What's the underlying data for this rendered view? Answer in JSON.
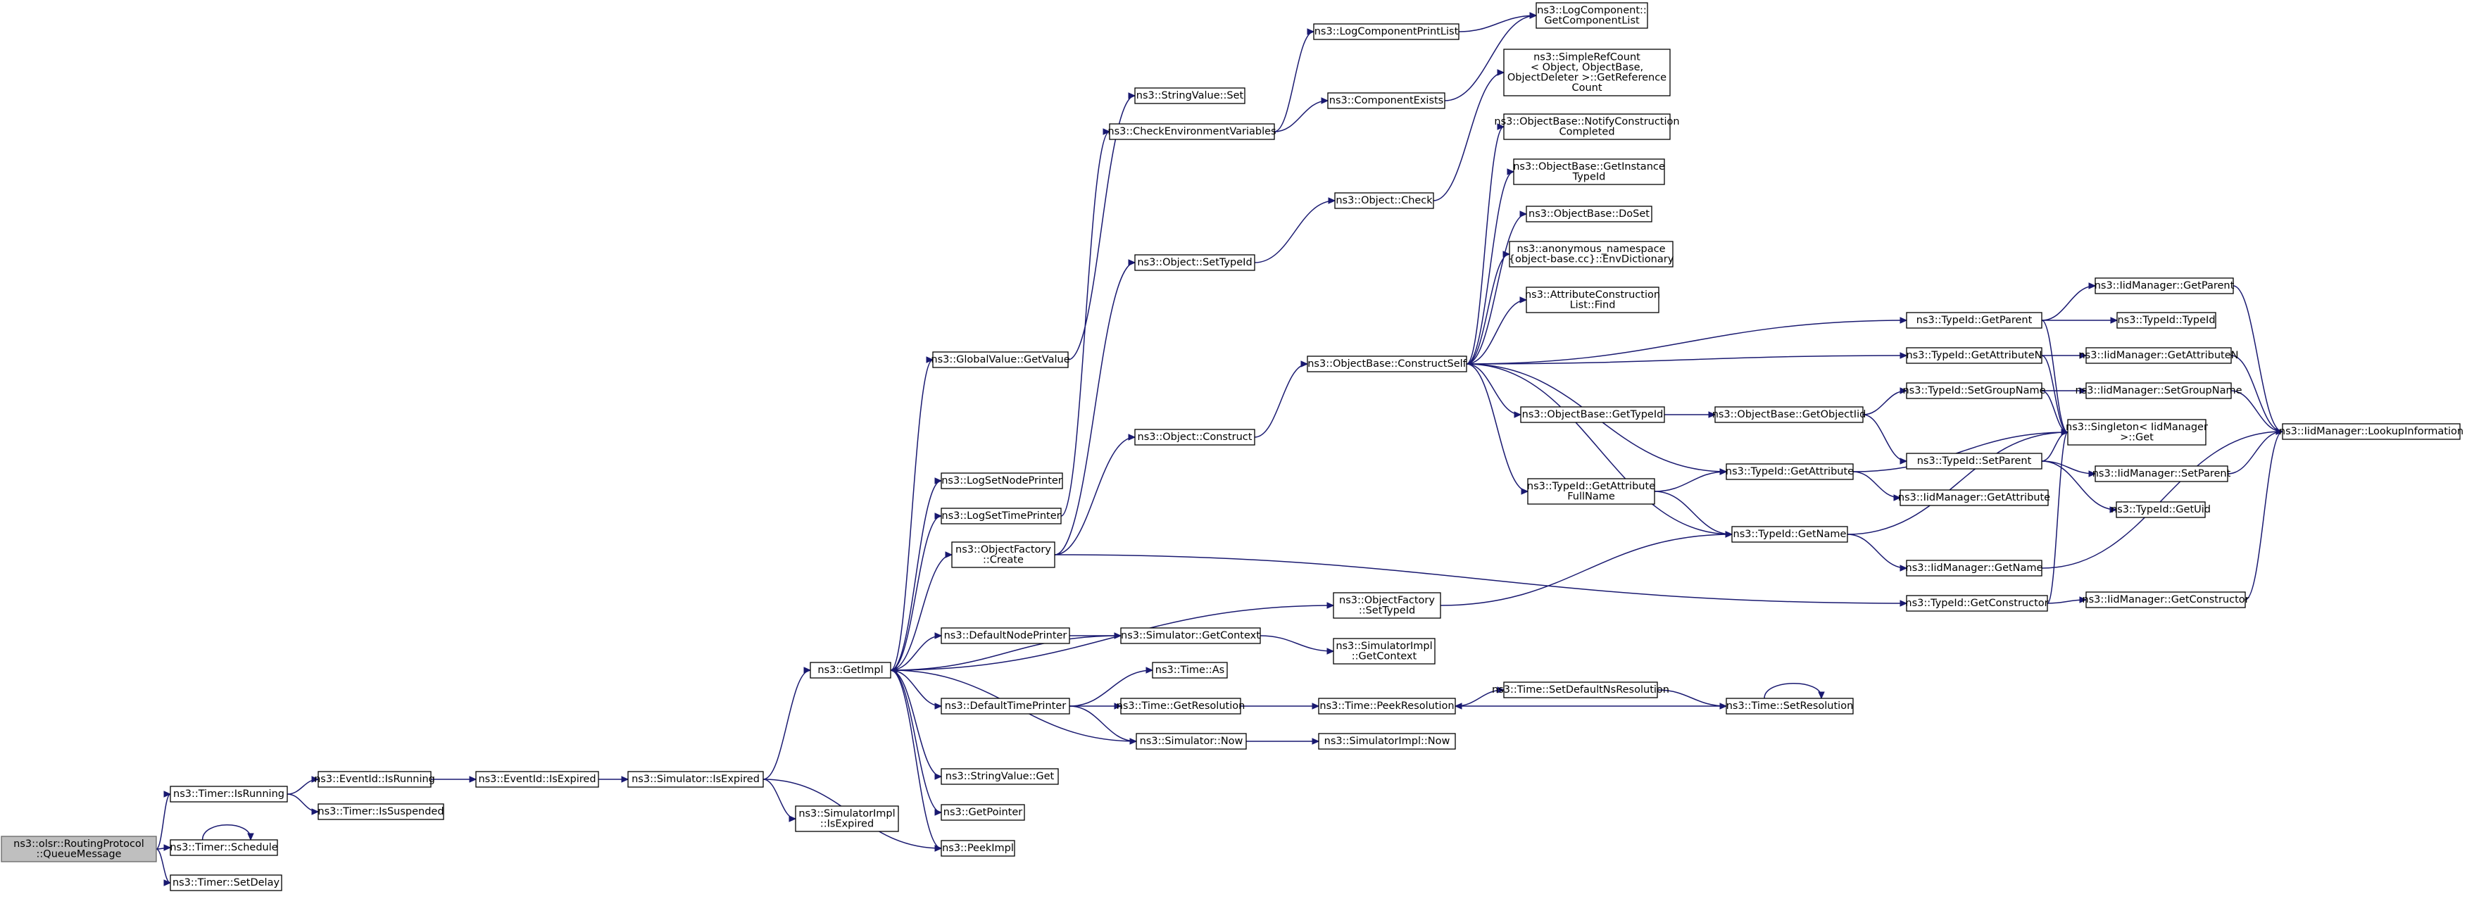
{
  "graph": {
    "colors": {
      "edge": "#191970",
      "root_fill": "#bfbfbf",
      "node_fill": "#ffffff",
      "node_border": "#000000"
    },
    "root_node": "n0",
    "nodes": [
      {
        "id": "n0",
        "lines": [
          "ns3::olsr::RoutingProtocol",
          "::QueueMessage"
        ]
      },
      {
        "id": "n1",
        "lines": [
          "ns3::Timer::IsRunning"
        ]
      },
      {
        "id": "n2",
        "lines": [
          "ns3::Timer::Schedule"
        ]
      },
      {
        "id": "n3",
        "lines": [
          "ns3::Timer::SetDelay"
        ]
      },
      {
        "id": "n4",
        "lines": [
          "ns3::EventId::IsRunning"
        ]
      },
      {
        "id": "n5",
        "lines": [
          "ns3::Timer::IsSuspended"
        ]
      },
      {
        "id": "n6",
        "lines": [
          "ns3::EventId::IsExpired"
        ]
      },
      {
        "id": "n7",
        "lines": [
          "ns3::Simulator::IsExpired"
        ]
      },
      {
        "id": "n8",
        "lines": [
          "ns3::GetImpl"
        ]
      },
      {
        "id": "n9",
        "lines": [
          "ns3::SimulatorImpl",
          "::IsExpired"
        ]
      },
      {
        "id": "n10",
        "lines": [
          "ns3::PeekImpl"
        ]
      },
      {
        "id": "n11",
        "lines": [
          "ns3::GlobalValue::GetValue"
        ]
      },
      {
        "id": "n12",
        "lines": [
          "ns3::LogSetNodePrinter"
        ]
      },
      {
        "id": "n13",
        "lines": [
          "ns3::LogSetTimePrinter"
        ]
      },
      {
        "id": "n14",
        "lines": [
          "ns3::ObjectFactory",
          "::Create"
        ]
      },
      {
        "id": "n15",
        "lines": [
          "ns3::DefaultNodePrinter"
        ]
      },
      {
        "id": "n16",
        "lines": [
          "ns3::DefaultTimePrinter"
        ]
      },
      {
        "id": "n17",
        "lines": [
          "ns3::StringValue::Get"
        ]
      },
      {
        "id": "n18",
        "lines": [
          "ns3::GetPointer"
        ]
      },
      {
        "id": "n19",
        "lines": [
          "ns3::StringValue::Set"
        ]
      },
      {
        "id": "n20",
        "lines": [
          "ns3::CheckEnvironmentVariables"
        ]
      },
      {
        "id": "n21",
        "lines": [
          "ns3::Object::SetTypeId"
        ]
      },
      {
        "id": "n22",
        "lines": [
          "ns3::Object::Construct"
        ]
      },
      {
        "id": "n23",
        "lines": [
          "ns3::Simulator::GetContext"
        ]
      },
      {
        "id": "n24",
        "lines": [
          "ns3::Time::As"
        ]
      },
      {
        "id": "n25",
        "lines": [
          "ns3::Time::GetResolution"
        ]
      },
      {
        "id": "n26",
        "lines": [
          "ns3::Simulator::Now"
        ]
      },
      {
        "id": "n27",
        "lines": [
          "ns3::LogComponentPrintList"
        ]
      },
      {
        "id": "n28",
        "lines": [
          "ns3::ComponentExists"
        ]
      },
      {
        "id": "n29",
        "lines": [
          "ns3::Object::Check"
        ]
      },
      {
        "id": "n30",
        "lines": [
          "ns3::ObjectBase::ConstructSelf"
        ]
      },
      {
        "id": "n31",
        "lines": [
          "ns3::ObjectFactory",
          "::SetTypeId"
        ]
      },
      {
        "id": "n32",
        "lines": [
          "ns3::SimulatorImpl",
          "::GetContext"
        ]
      },
      {
        "id": "n33",
        "lines": [
          "ns3::Time::PeekResolution"
        ]
      },
      {
        "id": "n34",
        "lines": [
          "ns3::SimulatorImpl::Now"
        ]
      },
      {
        "id": "n35",
        "lines": [
          "ns3::LogComponent::",
          "GetComponentList"
        ]
      },
      {
        "id": "n36",
        "lines": [
          "ns3::SimpleRefCount",
          "< Object, ObjectBase,",
          "ObjectDeleter >::GetReference",
          "Count"
        ]
      },
      {
        "id": "n37",
        "lines": [
          "ns3::ObjectBase::NotifyConstruction",
          "Completed"
        ]
      },
      {
        "id": "n38",
        "lines": [
          "ns3::ObjectBase::GetInstance",
          "TypeId"
        ]
      },
      {
        "id": "n39",
        "lines": [
          "ns3::ObjectBase::DoSet"
        ]
      },
      {
        "id": "n40",
        "lines": [
          "ns3::anonymous_namespace",
          "{object-base.cc}::EnvDictionary"
        ]
      },
      {
        "id": "n41",
        "lines": [
          "ns3::AttributeConstruction",
          "List::Find"
        ]
      },
      {
        "id": "n42",
        "lines": [
          "ns3::ObjectBase::GetTypeId"
        ]
      },
      {
        "id": "n43",
        "lines": [
          "ns3::TypeId::GetAttribute",
          "FullName"
        ]
      },
      {
        "id": "n44",
        "lines": [
          "ns3::Time::SetDefaultNsResolution"
        ]
      },
      {
        "id": "n45",
        "lines": [
          "ns3::ObjectBase::GetObjectIid"
        ]
      },
      {
        "id": "n46",
        "lines": [
          "ns3::TypeId::GetAttribute"
        ]
      },
      {
        "id": "n47",
        "lines": [
          "ns3::TypeId::GetName"
        ]
      },
      {
        "id": "n48",
        "lines": [
          "ns3::Time::SetResolution"
        ]
      },
      {
        "id": "n49",
        "lines": [
          "ns3::TypeId::GetParent"
        ]
      },
      {
        "id": "n50",
        "lines": [
          "ns3::TypeId::GetAttributeN"
        ]
      },
      {
        "id": "n51",
        "lines": [
          "ns3::TypeId::SetGroupName"
        ]
      },
      {
        "id": "n52",
        "lines": [
          "ns3::TypeId::SetParent"
        ]
      },
      {
        "id": "n53",
        "lines": [
          "ns3::IidManager::GetAttribute"
        ]
      },
      {
        "id": "n54",
        "lines": [
          "ns3::IidManager::GetName"
        ]
      },
      {
        "id": "n55",
        "lines": [
          "ns3::TypeId::GetConstructor"
        ]
      },
      {
        "id": "n56",
        "lines": [
          "ns3::Singleton< IidManager",
          ">::Get"
        ]
      },
      {
        "id": "n57",
        "lines": [
          "ns3::IidManager::GetParent"
        ]
      },
      {
        "id": "n58",
        "lines": [
          "ns3::TypeId::TypeId"
        ]
      },
      {
        "id": "n59",
        "lines": [
          "ns3::IidManager::GetAttributeN"
        ]
      },
      {
        "id": "n60",
        "lines": [
          "ns3::IidManager::SetGroupName"
        ]
      },
      {
        "id": "n61",
        "lines": [
          "ns3::IidManager::SetParent"
        ]
      },
      {
        "id": "n62",
        "lines": [
          "ns3::TypeId::GetUid"
        ]
      },
      {
        "id": "n63",
        "lines": [
          "ns3::IidManager::GetConstructor"
        ]
      },
      {
        "id": "n64",
        "lines": [
          "ns3::IidManager::LookupInformation"
        ]
      }
    ],
    "edges": [
      [
        "n0",
        "n1"
      ],
      [
        "n0",
        "n2"
      ],
      [
        "n0",
        "n3"
      ],
      [
        "n1",
        "n4"
      ],
      [
        "n1",
        "n5"
      ],
      [
        "n2",
        "n2"
      ],
      [
        "n4",
        "n6"
      ],
      [
        "n6",
        "n7"
      ],
      [
        "n7",
        "n8"
      ],
      [
        "n7",
        "n9"
      ],
      [
        "n7",
        "n10"
      ],
      [
        "n8",
        "n11"
      ],
      [
        "n8",
        "n12"
      ],
      [
        "n8",
        "n13"
      ],
      [
        "n8",
        "n14"
      ],
      [
        "n8",
        "n15"
      ],
      [
        "n8",
        "n16"
      ],
      [
        "n8",
        "n17"
      ],
      [
        "n8",
        "n18"
      ],
      [
        "n8",
        "n10"
      ],
      [
        "n8",
        "n31"
      ],
      [
        "n11",
        "n19"
      ],
      [
        "n13",
        "n20"
      ],
      [
        "n14",
        "n21"
      ],
      [
        "n14",
        "n22"
      ],
      [
        "n14",
        "n55"
      ],
      [
        "n15",
        "n23"
      ],
      [
        "n16",
        "n24"
      ],
      [
        "n16",
        "n25"
      ],
      [
        "n16",
        "n26"
      ],
      [
        "n20",
        "n27"
      ],
      [
        "n20",
        "n28"
      ],
      [
        "n21",
        "n29"
      ],
      [
        "n22",
        "n30"
      ],
      [
        "n23",
        "n8"
      ],
      [
        "n23",
        "n32"
      ],
      [
        "n25",
        "n33"
      ],
      [
        "n26",
        "n34"
      ],
      [
        "n26",
        "n8"
      ],
      [
        "n27",
        "n35"
      ],
      [
        "n28",
        "n35"
      ],
      [
        "n29",
        "n36"
      ],
      [
        "n30",
        "n37"
      ],
      [
        "n30",
        "n38"
      ],
      [
        "n30",
        "n39"
      ],
      [
        "n30",
        "n40"
      ],
      [
        "n30",
        "n41"
      ],
      [
        "n30",
        "n42"
      ],
      [
        "n30",
        "n43"
      ],
      [
        "n30",
        "n46"
      ],
      [
        "n30",
        "n47"
      ],
      [
        "n30",
        "n49"
      ],
      [
        "n30",
        "n50"
      ],
      [
        "n31",
        "n47"
      ],
      [
        "n33",
        "n44"
      ],
      [
        "n44",
        "n48"
      ],
      [
        "n48",
        "n48"
      ],
      [
        "n48",
        "n33"
      ],
      [
        "n42",
        "n45"
      ],
      [
        "n43",
        "n46"
      ],
      [
        "n43",
        "n47"
      ],
      [
        "n45",
        "n51"
      ],
      [
        "n45",
        "n52"
      ],
      [
        "n46",
        "n53"
      ],
      [
        "n46",
        "n56"
      ],
      [
        "n47",
        "n54"
      ],
      [
        "n47",
        "n56"
      ],
      [
        "n49",
        "n57"
      ],
      [
        "n49",
        "n58"
      ],
      [
        "n49",
        "n56"
      ],
      [
        "n50",
        "n59"
      ],
      [
        "n50",
        "n56"
      ],
      [
        "n51",
        "n60"
      ],
      [
        "n51",
        "n56"
      ],
      [
        "n52",
        "n61"
      ],
      [
        "n52",
        "n62"
      ],
      [
        "n52",
        "n56"
      ],
      [
        "n55",
        "n63"
      ],
      [
        "n55",
        "n56"
      ],
      [
        "n57",
        "n64"
      ],
      [
        "n59",
        "n64"
      ],
      [
        "n60",
        "n64"
      ],
      [
        "n61",
        "n64"
      ],
      [
        "n54",
        "n64"
      ],
      [
        "n63",
        "n64"
      ]
    ]
  }
}
